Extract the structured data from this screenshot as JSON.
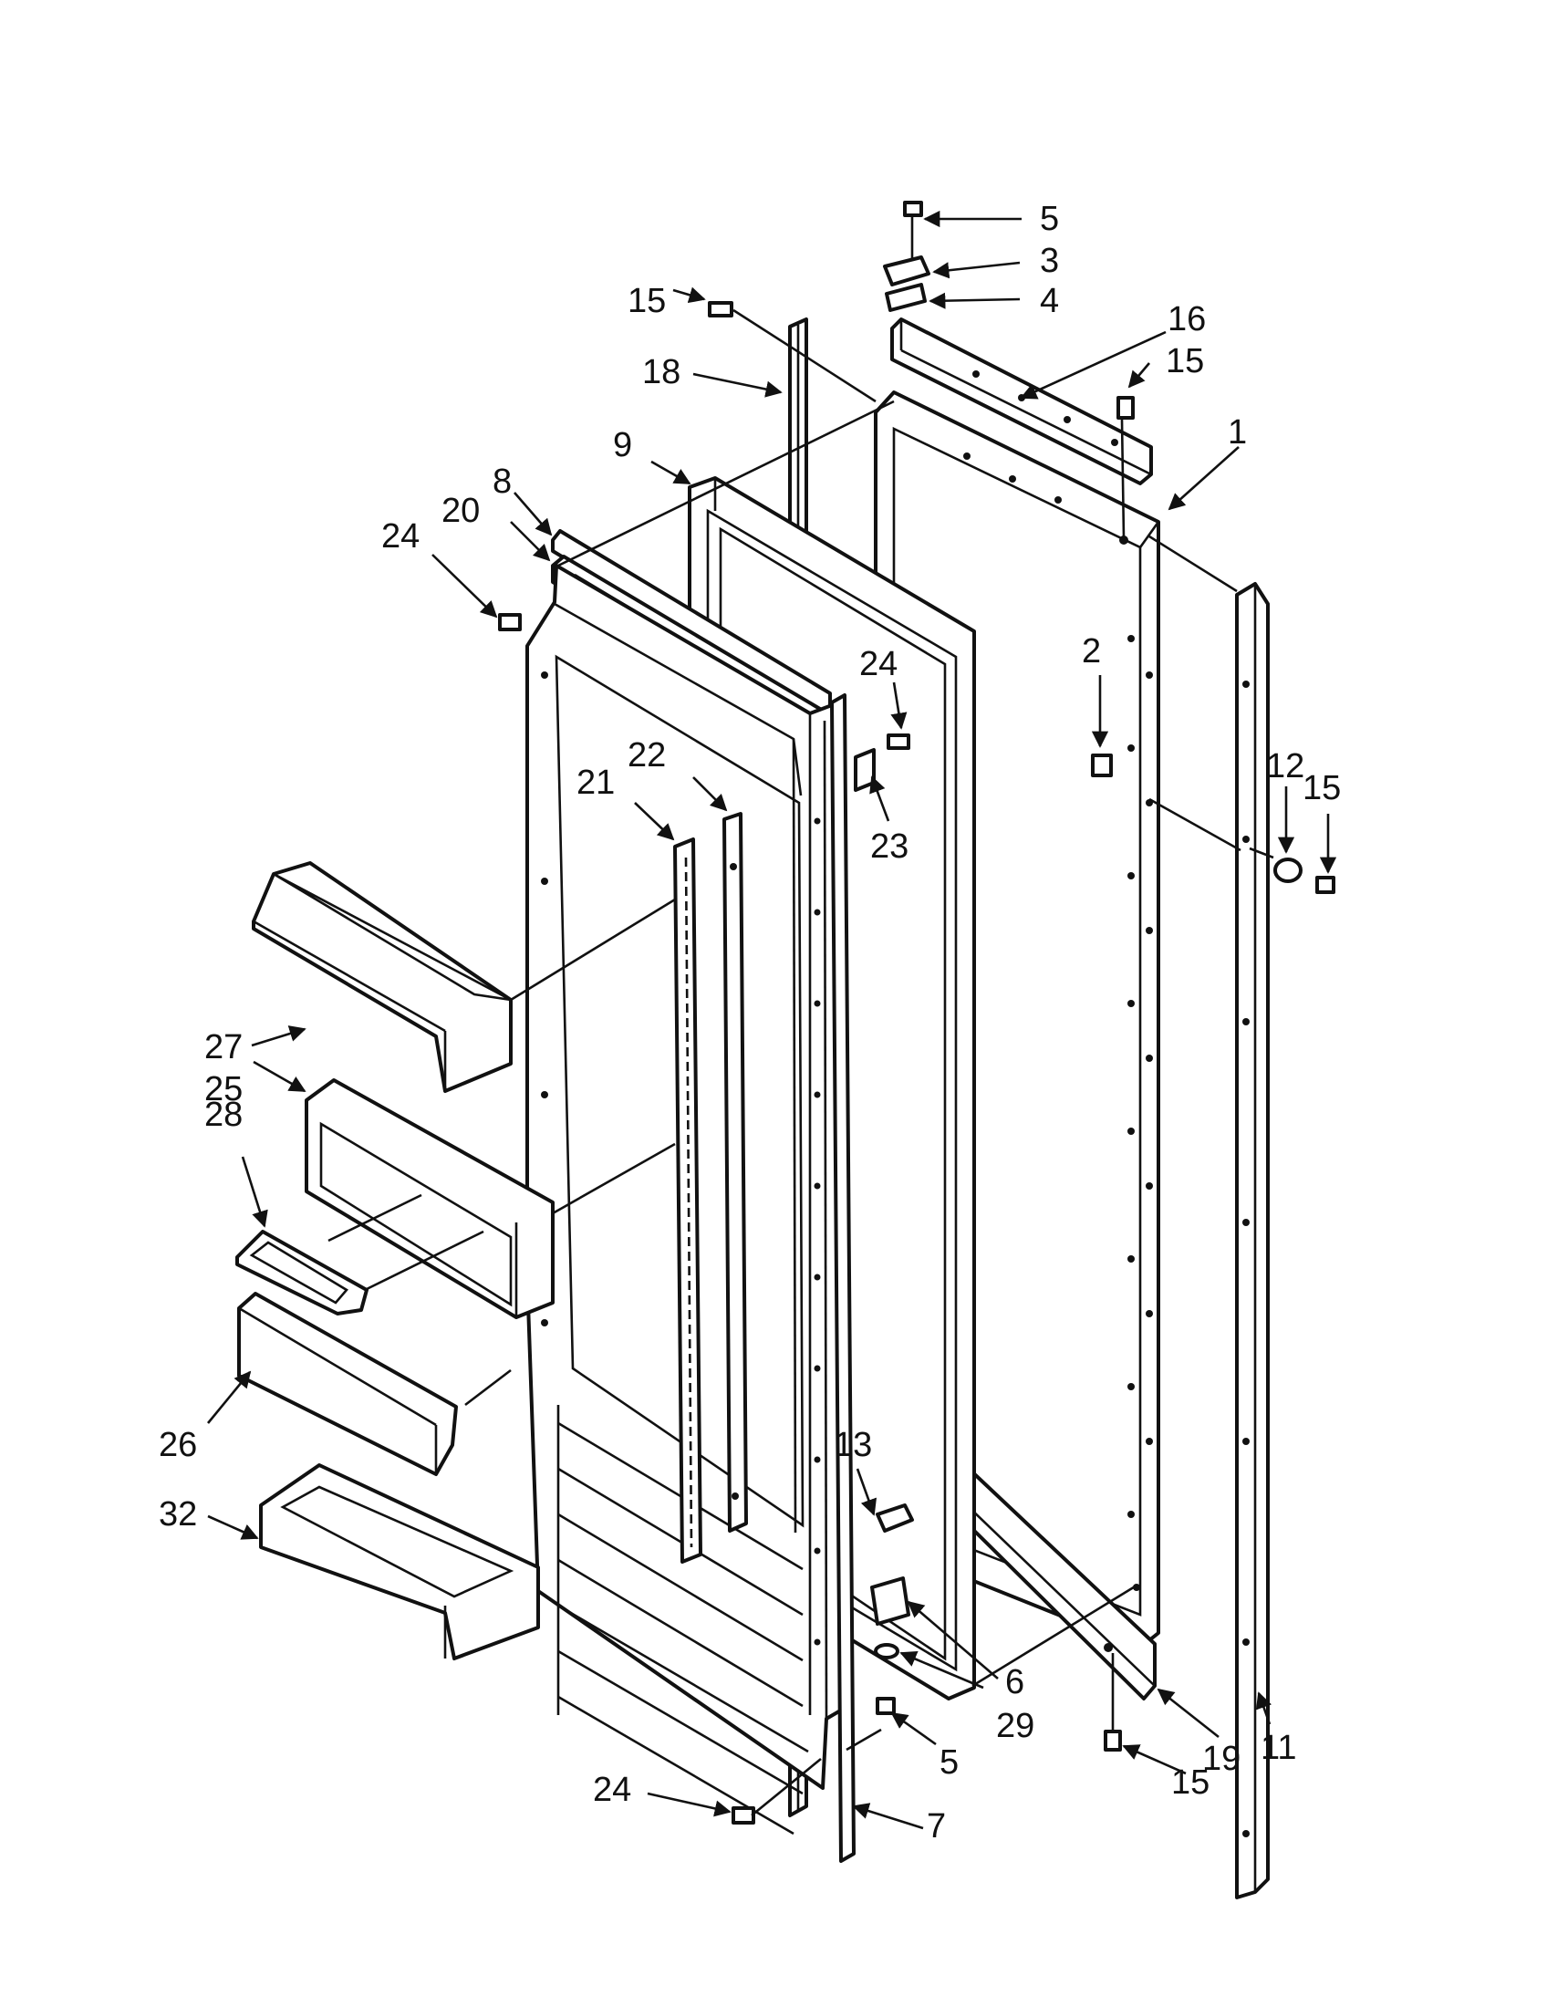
{
  "diagram": {
    "line_color": "#111111",
    "background": "#ffffff",
    "callouts": [
      {
        "key": "c5a",
        "label": "5"
      },
      {
        "key": "c3",
        "label": "3"
      },
      {
        "key": "c4",
        "label": "4"
      },
      {
        "key": "c16",
        "label": "16"
      },
      {
        "key": "c15a",
        "label": "15"
      },
      {
        "key": "c15b",
        "label": "15"
      },
      {
        "key": "c18",
        "label": "18"
      },
      {
        "key": "c1",
        "label": "1"
      },
      {
        "key": "c9",
        "label": "9"
      },
      {
        "key": "c8",
        "label": "8"
      },
      {
        "key": "c20",
        "label": "20"
      },
      {
        "key": "c24a",
        "label": "24"
      },
      {
        "key": "c2",
        "label": "2"
      },
      {
        "key": "c24b",
        "label": "24"
      },
      {
        "key": "c12",
        "label": "12"
      },
      {
        "key": "c15c",
        "label": "15"
      },
      {
        "key": "c22",
        "label": "22"
      },
      {
        "key": "c21",
        "label": "21"
      },
      {
        "key": "c23",
        "label": "23"
      },
      {
        "key": "c27",
        "label": "27"
      },
      {
        "key": "c25",
        "label": "25"
      },
      {
        "key": "c28",
        "label": "28"
      },
      {
        "key": "c13",
        "label": "13"
      },
      {
        "key": "c26",
        "label": "26"
      },
      {
        "key": "c32",
        "label": "32"
      },
      {
        "key": "c6",
        "label": "6"
      },
      {
        "key": "c29",
        "label": "29"
      },
      {
        "key": "c5b",
        "label": "5"
      },
      {
        "key": "c19",
        "label": "19"
      },
      {
        "key": "c11",
        "label": "11"
      },
      {
        "key": "c15d",
        "label": "15"
      },
      {
        "key": "c24c",
        "label": "24"
      },
      {
        "key": "c7",
        "label": "7"
      }
    ]
  }
}
